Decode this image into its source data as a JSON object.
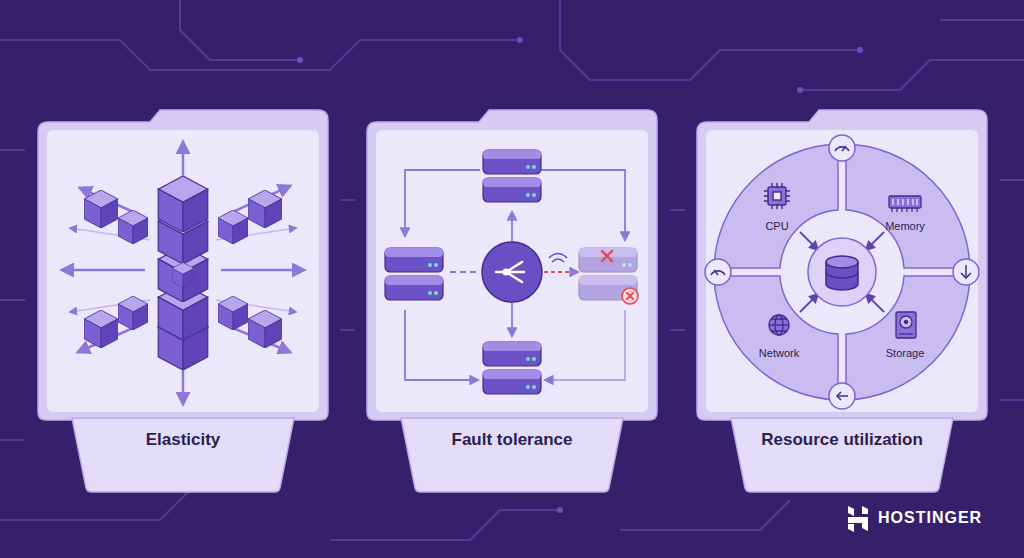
{
  "diagram": {
    "nodes": [
      {
        "text": [
          "Elasticity"
        ]
      },
      {
        "text": [
          "Fault tolerance"
        ]
      },
      {
        "text": [
          "Resource utilization"
        ]
      },
      {
        "text": [
          "CPU"
        ],
        "in": 2
      },
      {
        "text": [
          "Memory"
        ],
        "in": 2
      },
      {
        "text": [
          "Network"
        ],
        "in": 2
      },
      {
        "text": [
          "Storage"
        ],
        "in": 2
      }
    ],
    "labels": [
      "HOSTINGER"
    ]
  }
}
